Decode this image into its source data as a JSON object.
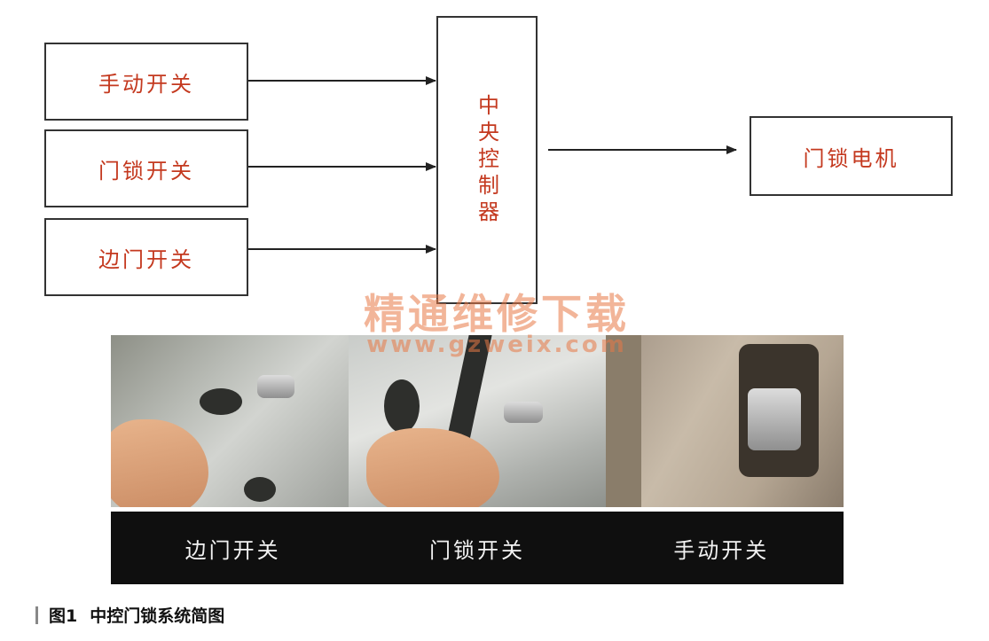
{
  "diagram": {
    "inputs": [
      "手动开关",
      "门锁开关",
      "边门开关"
    ],
    "controller": "中央控制器",
    "output": "门锁电机",
    "box_text_color": "#c4391f"
  },
  "watermark": {
    "title": "精通维修下载",
    "url": "www.gzweix.com"
  },
  "photos": {
    "labels": [
      "边门开关",
      "门锁开关",
      "手动开关"
    ]
  },
  "caption": {
    "number": "图1",
    "text": "中控门锁系统简图"
  }
}
